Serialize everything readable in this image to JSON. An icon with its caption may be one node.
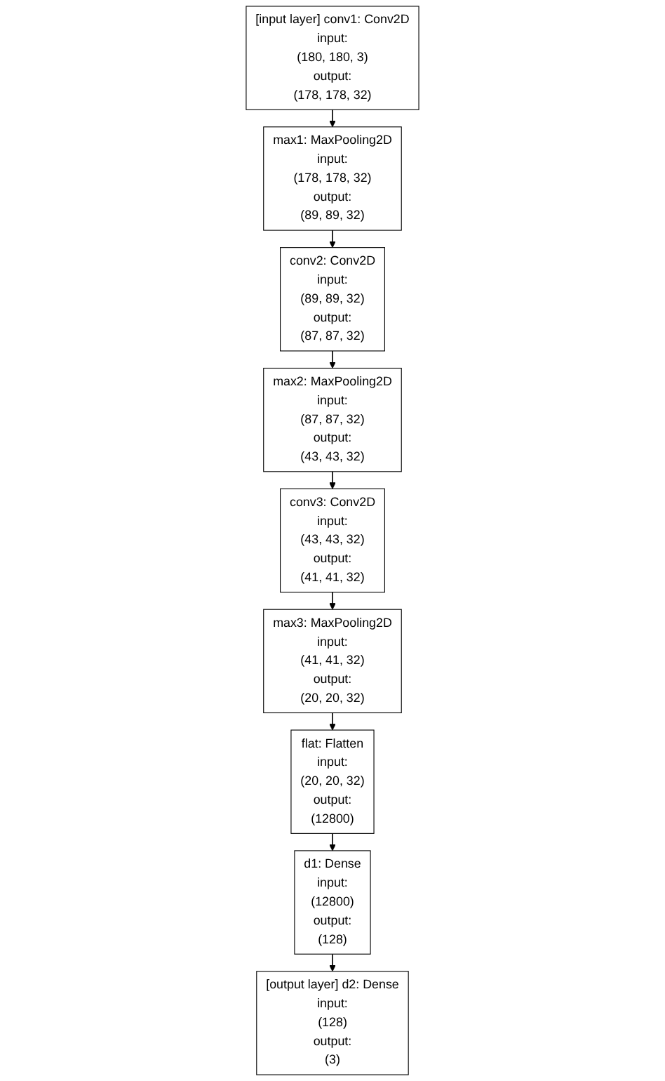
{
  "diagram": {
    "nodes": [
      {
        "text": [
          "[input layer] conv1: Conv2D",
          "input:",
          "(180, 180, 3)",
          "output:",
          "(178, 178, 32)"
        ]
      },
      {
        "text": [
          "max1: MaxPooling2D",
          "input:",
          "(178, 178, 32)",
          "output:",
          "(89, 89, 32)"
        ]
      },
      {
        "text": [
          "conv2: Conv2D",
          "input:",
          "(89, 89, 32)",
          "output:",
          "(87, 87, 32)"
        ]
      },
      {
        "text": [
          "max2: MaxPooling2D",
          "input:",
          "(87, 87, 32)",
          "output:",
          "(43, 43, 32)"
        ]
      },
      {
        "text": [
          "conv3: Conv2D",
          "input:",
          "(43, 43, 32)",
          "output:",
          "(41, 41, 32)"
        ]
      },
      {
        "text": [
          "max3: MaxPooling2D",
          "input:",
          "(41, 41, 32)",
          "output:",
          "(20, 20, 32)"
        ]
      },
      {
        "text": [
          "flat: Flatten",
          "input:",
          "(20, 20, 32)",
          "output:",
          "(12800)"
        ]
      },
      {
        "text": [
          "d1: Dense",
          "input:",
          "(12800)",
          "output:",
          "(128)"
        ]
      },
      {
        "text": [
          "[output layer] d2: Dense",
          "input:",
          "(128)",
          "output:",
          "(3)"
        ]
      }
    ],
    "edges": [
      {
        "from": 0,
        "to": 1,
        "arrow": "to"
      },
      {
        "from": 1,
        "to": 2,
        "arrow": "to"
      },
      {
        "from": 2,
        "to": 3,
        "arrow": "to"
      },
      {
        "from": 3,
        "to": 4,
        "arrow": "to"
      },
      {
        "from": 4,
        "to": 5,
        "arrow": "to"
      },
      {
        "from": 5,
        "to": 6,
        "arrow": "to"
      },
      {
        "from": 6,
        "to": 7,
        "arrow": "to"
      },
      {
        "from": 7,
        "to": 8,
        "arrow": "to"
      }
    ]
  }
}
